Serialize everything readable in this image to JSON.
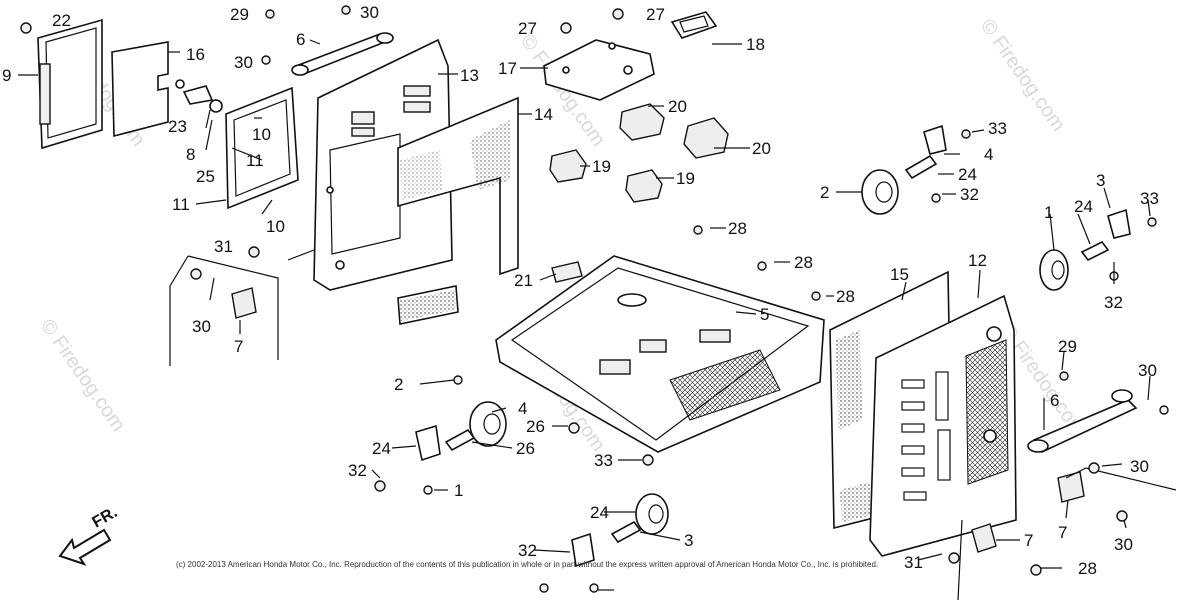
{
  "diagram": {
    "callouts": [
      "22",
      "9",
      "29",
      "30",
      "6",
      "30",
      "16",
      "13",
      "14",
      "27",
      "27",
      "18",
      "17",
      "20",
      "20",
      "19",
      "19",
      "23",
      "8",
      "25",
      "10",
      "11",
      "11",
      "10",
      "31",
      "30",
      "7",
      "21",
      "5",
      "28",
      "28",
      "28",
      "33",
      "4",
      "24",
      "32",
      "2",
      "3",
      "33",
      "1",
      "24",
      "32",
      "15",
      "12",
      "29",
      "6",
      "30",
      "30",
      "7",
      "7",
      "30",
      "31",
      "28",
      "2",
      "4",
      "24",
      "26",
      "26",
      "33",
      "32",
      "1",
      "24",
      "3",
      "32"
    ],
    "watermark": "© Firedog.com",
    "copyright": "(c) 2002-2013 American Honda Motor Co., Inc. Reproduction of the contents of this publication in whole or in part without the express written approval of American Honda Motor Co., Inc. is prohibited.",
    "direction_label": "FR."
  }
}
